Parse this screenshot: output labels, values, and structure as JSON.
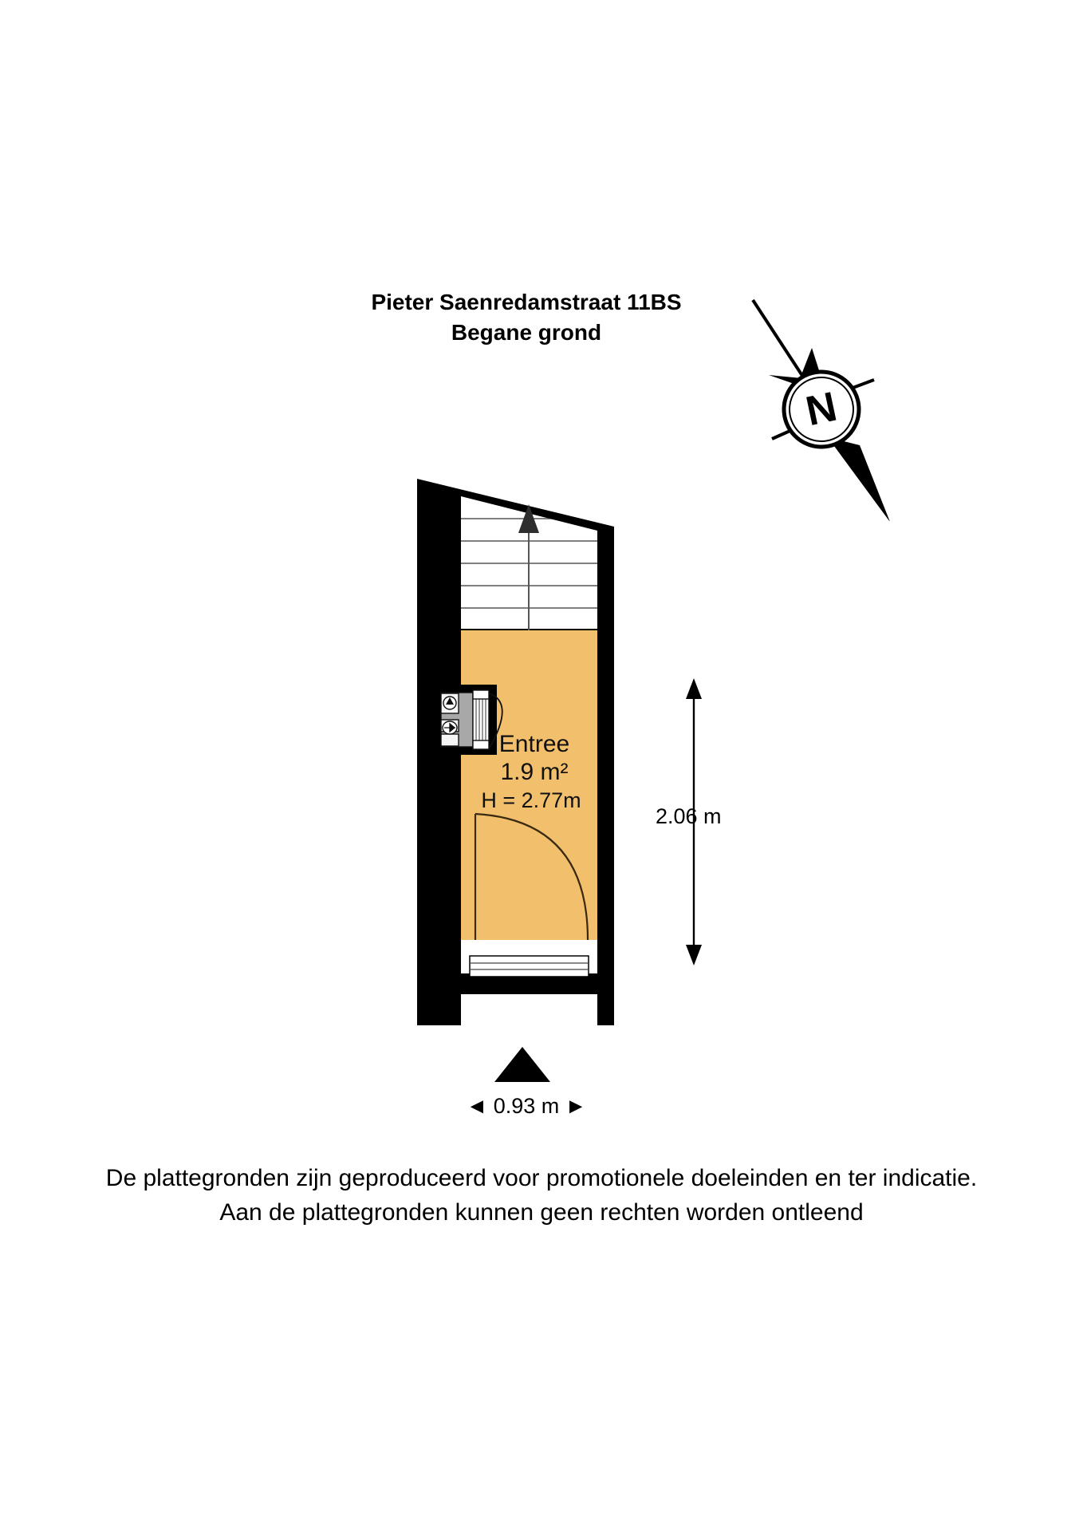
{
  "document": {
    "title_line_1": "Pieter Saenredamstraat 11BS",
    "title_line_2": "Begane grond"
  },
  "compass": {
    "label": "N",
    "icon": "compass-rose-north-icon"
  },
  "floorplan": {
    "rooms": [
      {
        "name": "Entree",
        "area": "1.9  m²",
        "height": "H = 2.77m",
        "fill_color": "#F2BF6C"
      }
    ],
    "features": [
      {
        "name": "staircase",
        "label": "",
        "direction": "up"
      },
      {
        "name": "meter-cupboard",
        "label": ""
      },
      {
        "name": "front-door",
        "label": ""
      }
    ],
    "wall_color": "#000000"
  },
  "dimensions": {
    "vertical": "2.06 m",
    "horizontal": "◄ 0.93 m ►"
  },
  "footer": {
    "line_1": "De plattegronden zijn geproduceerd voor promotionele doeleinden en ter indicatie.",
    "line_2": "Aan de plattegronden kunnen geen rechten worden ontleend"
  }
}
